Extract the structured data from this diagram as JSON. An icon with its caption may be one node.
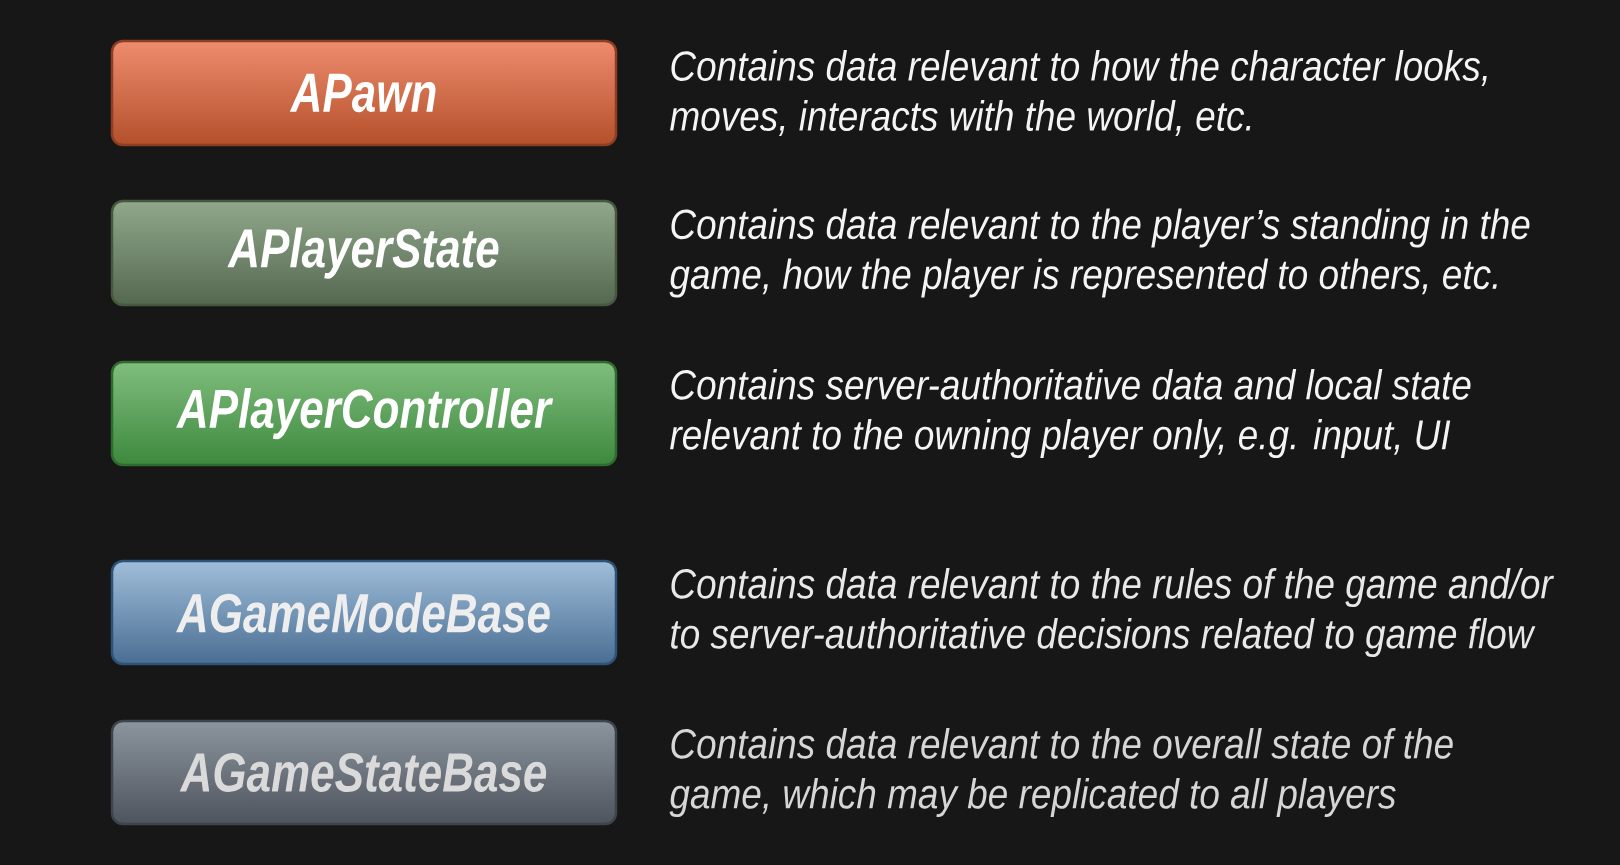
{
  "diagram": {
    "nodes": [
      {
        "text": [
          "APawn"
        ],
        "beside": [
          "Contains data relevant to how the character looks, moves, interacts with the world, etc."
        ]
      },
      {
        "text": [
          "APlayerState"
        ],
        "beside": [
          "Contains data relevant to the player’s standing in the game, how the player is represented to others, etc."
        ]
      },
      {
        "text": [
          "APlayerController"
        ],
        "beside": [
          "Contains server-authoritative data and local state relevant to the owning player only, e.g. input, UI"
        ]
      },
      {
        "text": [
          "AGameModeBase"
        ],
        "beside": [
          "Contains data relevant to the rules of the game and/or to server-authoritative decisions related to game flow"
        ]
      },
      {
        "text": [
          "AGameStateBase"
        ],
        "beside": [
          "Contains data relevant to the overall state of the game, which may be replicated to all players"
        ]
      }
    ]
  }
}
